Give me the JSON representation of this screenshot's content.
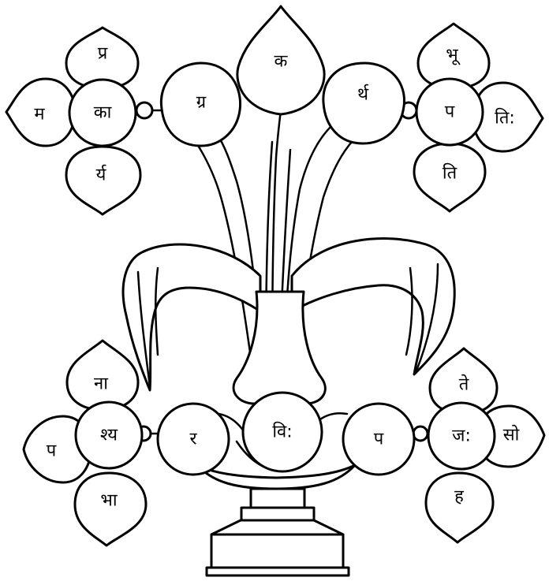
{
  "syllables": {
    "top": {
      "center": "क",
      "left": "ग्र",
      "right": "र्थ"
    },
    "top_left_flower": {
      "top": "प्र",
      "left": "म",
      "center": "का",
      "bottom": "र्य"
    },
    "top_right_flower": {
      "top": "भू",
      "center": "प",
      "right": "ति:",
      "bottom": "ति"
    },
    "bottom_left_flower": {
      "top": "ना",
      "left": "प",
      "center": "श्य",
      "bottom": "भा"
    },
    "bottom_right_flower": {
      "top": "ते",
      "center": "ज:",
      "right": "सो",
      "bottom": "ह"
    },
    "base_row": {
      "left": "र",
      "center": "वि:",
      "right": "प"
    }
  },
  "colors": {
    "ink": "#000000",
    "paper": "#ffffff"
  }
}
